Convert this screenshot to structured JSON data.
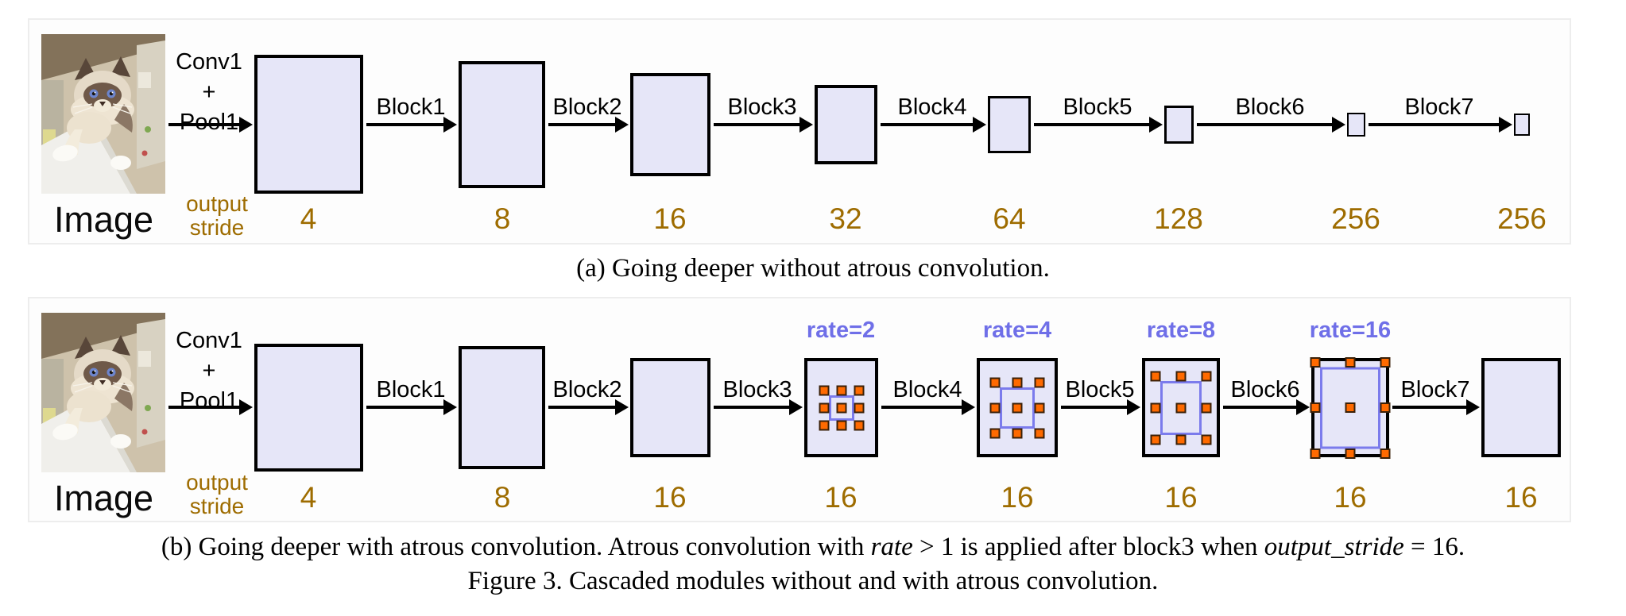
{
  "panels": {
    "a": {
      "image_label": "Image",
      "stem": {
        "line1": "Conv1",
        "line2": "+",
        "line3": "Pool1"
      },
      "output_stride_label": {
        "line1": "output",
        "line2": "stride"
      },
      "block_labels": [
        "Block1",
        "Block2",
        "Block3",
        "Block4",
        "Block5",
        "Block6",
        "Block7"
      ],
      "strides": [
        "4",
        "8",
        "16",
        "32",
        "64",
        "128",
        "256",
        "256"
      ]
    },
    "b": {
      "image_label": "Image",
      "stem": {
        "line1": "Conv1",
        "line2": "+",
        "line3": "Pool1"
      },
      "output_stride_label": {
        "line1": "output",
        "line2": "stride"
      },
      "block_labels": [
        "Block1",
        "Block2",
        "Block3",
        "Block4",
        "Block5",
        "Block6",
        "Block7"
      ],
      "rate_labels": [
        "rate=2",
        "rate=4",
        "rate=8",
        "rate=16"
      ],
      "strides": [
        "4",
        "8",
        "16",
        "16",
        "16",
        "16",
        "16",
        "16"
      ]
    }
  },
  "captions": {
    "a": "(a) Going deeper without atrous convolution.",
    "b": {
      "prefix": "(b) Going deeper with atrous convolution. Atrous convolution with ",
      "rate_term": "rate",
      "middle": " > 1 is applied after block3 when ",
      "os_term": "output_stride",
      "suffix": " = 16."
    },
    "figure": "Figure 3. Cascaded modules without and with atrous convolution."
  },
  "colors": {
    "stride_text": "#9e6c00",
    "rate_text": "#6f6fe8",
    "block_fill": "#e6e6f8",
    "block_border": "#000000",
    "dot_fill": "#ff6a00",
    "dot_grid_line": "#7b7bec"
  }
}
